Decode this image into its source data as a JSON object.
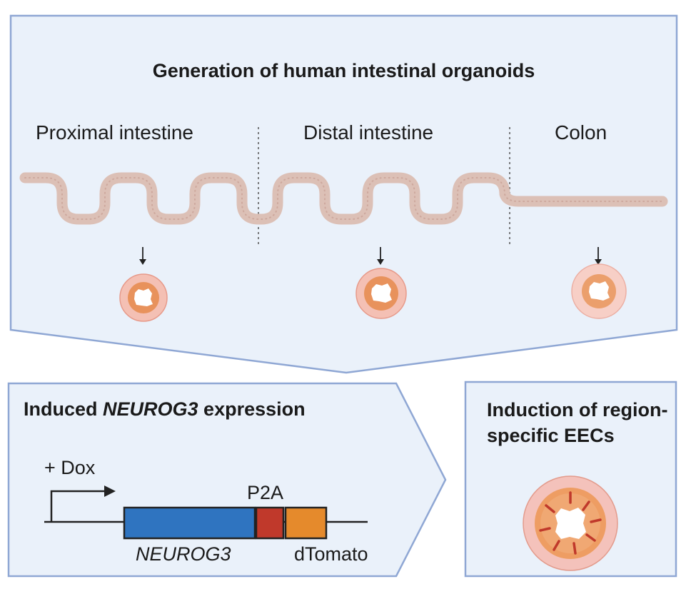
{
  "top_panel": {
    "title": "Generation of human intestinal organoids",
    "regions": [
      {
        "label": "Proximal intestine"
      },
      {
        "label": "Distal intestine"
      },
      {
        "label": "Colon"
      }
    ]
  },
  "bottom_left_panel": {
    "title_prefix": "Induced ",
    "title_gene": "NEUROG3",
    "title_suffix": " expression",
    "inducer_label": "+ Dox",
    "construct": {
      "gene_label": "NEUROG3",
      "linker_label": "P2A",
      "reporter_label": "dTomato",
      "colors": {
        "gene": "#2f74c0",
        "linker": "#c0392b",
        "reporter": "#e58a2c"
      }
    }
  },
  "bottom_right_panel": {
    "title": "Induction of region-specific EECs"
  },
  "colors": {
    "panel_fill": "#eaf1fa",
    "panel_stroke": "#8fa7d4",
    "tissue": "#dfc4bb",
    "organoid_outer": "#f3b8ad",
    "organoid_inner": "#e38a52"
  }
}
